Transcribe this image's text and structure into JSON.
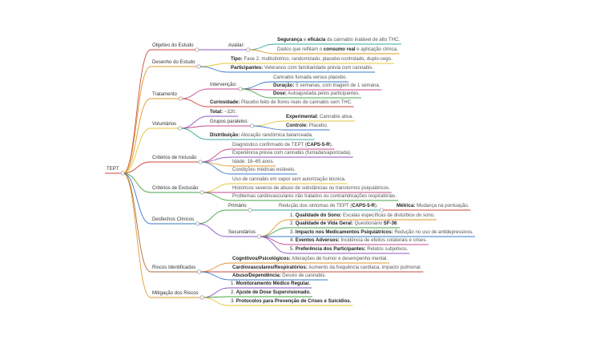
{
  "root": {
    "label": "TEPT"
  },
  "colors": {
    "red": "#c94a3b",
    "orange": "#e0972e",
    "yellow": "#e7c53a",
    "green": "#4aa64a",
    "teal": "#38a89d",
    "blue": "#3a78c8",
    "purple": "#8b56c4",
    "pink": "#c64b8c",
    "brown": "#a76b3e"
  },
  "branches": [
    {
      "label": "Objetivo do Estudo",
      "children": [
        {
          "label": "Avaliar:",
          "children": [
            {
              "parts": [
                [
                  "b",
                  "Segurança"
                ],
                [
                  "t",
                  " e "
                ],
                [
                  "b",
                  "eficácia"
                ],
                [
                  "t",
                  " da cannabis inalável de alto THC."
                ]
              ]
            },
            {
              "parts": [
                [
                  "t",
                  "Dados que reflitam o "
                ],
                [
                  "b",
                  "consumo real"
                ],
                [
                  "t",
                  " e aplicação clínica."
                ]
              ]
            }
          ]
        }
      ]
    },
    {
      "label": "Desenho do Estudo",
      "children": [
        {
          "parts": [
            [
              "b",
              "Tipo:"
            ],
            [
              "t",
              " Fase 2, multicêntrico, randomizado, placebo-controlado, duplo-cego."
            ]
          ]
        },
        {
          "parts": [
            [
              "b",
              "Participantes:"
            ],
            [
              "t",
              " Veteranos com familiaridade prévia com cannabis."
            ]
          ]
        }
      ]
    },
    {
      "label": "Tratamento",
      "children": [
        {
          "label": "Intervenção:",
          "children": [
            {
              "parts": [
                [
                  "t",
                  "Cannabis fumada versus placebo."
                ]
              ]
            },
            {
              "parts": [
                [
                  "b",
                  "Duração:"
                ],
                [
                  "t",
                  " 5 semanas, com triagem de 1 semana."
                ]
              ]
            },
            {
              "parts": [
                [
                  "b",
                  "Dose:"
                ],
                [
                  "t",
                  " Autoajustada pelos participantes."
                ]
              ]
            }
          ]
        },
        {
          "parts": [
            [
              "b",
              "Curiosidade:"
            ],
            [
              "t",
              " Placebo feito de flores reais de cannabis sem THC."
            ]
          ]
        }
      ]
    },
    {
      "label": "Voluntários",
      "children": [
        {
          "parts": [
            [
              "b",
              "Total:"
            ],
            [
              "t",
              " ~320."
            ]
          ]
        },
        {
          "label": "Grupos paralelos:",
          "children": [
            {
              "parts": [
                [
                  "b",
                  "Experimental:"
                ],
                [
                  "t",
                  " Cannabis ativa."
                ]
              ]
            },
            {
              "parts": [
                [
                  "b",
                  "Controle:"
                ],
                [
                  "t",
                  " Placebo."
                ]
              ]
            }
          ]
        },
        {
          "parts": [
            [
              "b",
              "Distribuição:"
            ],
            [
              "t",
              " Alocação randômica balanceada."
            ]
          ]
        }
      ]
    },
    {
      "label": "Critérios de Inclusão",
      "children": [
        {
          "parts": [
            [
              "t",
              "Diagnóstico confirmado de TEPT ("
            ],
            [
              "b",
              "CAPS-5-R"
            ],
            [
              "t",
              ")."
            ]
          ]
        },
        {
          "parts": [
            [
              "t",
              "Experiência prévia com cannabis (fumada/vaporizada)."
            ]
          ]
        },
        {
          "parts": [
            [
              "t",
              "Idade: 18–65 anos."
            ]
          ]
        },
        {
          "parts": [
            [
              "t",
              "Condições médicas estáveis."
            ]
          ]
        }
      ]
    },
    {
      "label": "Critérios de Exclusão",
      "children": [
        {
          "parts": [
            [
              "t",
              "Uso de cannabis em vapor sem autorização técnica."
            ]
          ]
        },
        {
          "parts": [
            [
              "t",
              "Históricos severos de abuso de substâncias ou transtornos psiquiátricos."
            ]
          ]
        },
        {
          "parts": [
            [
              "t",
              "Problemas cardiovasculares não tratados ou contraindicações respiratórias."
            ]
          ]
        }
      ]
    },
    {
      "label": "Desfechos Clínicos",
      "children": [
        {
          "label": "Primário",
          "children": [
            {
              "parts": [
                [
                  "t",
                  "Redução dos sintomas de TEPT ("
                ],
                [
                  "b",
                  "CAPS-5-R"
                ],
                [
                  "t",
                  ")."
                ]
              ],
              "children": [
                {
                  "parts": [
                    [
                      "b",
                      "Métrica:"
                    ],
                    [
                      "t",
                      " Mudança na pontuação."
                    ]
                  ]
                }
              ]
            }
          ]
        },
        {
          "label": "Secundários",
          "children": [
            {
              "parts": [
                [
                  "n",
                  "1."
                ],
                [
                  "b",
                  "Qualidade do Sono:"
                ],
                [
                  "t",
                  " Escalas específicas de distúrbios do sono."
                ]
              ]
            },
            {
              "parts": [
                [
                  "n",
                  "2."
                ],
                [
                  "b",
                  "Qualidade de Vida Geral:"
                ],
                [
                  "t",
                  " Questionário "
                ],
                [
                  "b",
                  "SF-36"
                ],
                [
                  "t",
                  "."
                ]
              ]
            },
            {
              "parts": [
                [
                  "n",
                  "3."
                ],
                [
                  "b",
                  "Impacto nos Medicamentos Psiquiátricos:"
                ],
                [
                  "t",
                  " Redução no uso de antidepressivos."
                ]
              ]
            },
            {
              "parts": [
                [
                  "n",
                  "4."
                ],
                [
                  "b",
                  "Eventos Adversos:"
                ],
                [
                  "t",
                  " Incidência de efeitos colaterais e crises."
                ]
              ]
            },
            {
              "parts": [
                [
                  "n",
                  "5."
                ],
                [
                  "b",
                  "Preferência dos Participantes:"
                ],
                [
                  "t",
                  " Relatos subjetivos."
                ]
              ]
            }
          ]
        }
      ]
    },
    {
      "label": "Riscos Identificados",
      "children": [
        {
          "parts": [
            [
              "b",
              "Cognitivos/Psicológicos:"
            ],
            [
              "t",
              " Alterações de humor e desempenho mental."
            ]
          ]
        },
        {
          "parts": [
            [
              "b",
              "Cardiovasculares/Respiratórios:"
            ],
            [
              "t",
              " Aumento da frequência cardíaca, impacto pulmonar."
            ]
          ]
        },
        {
          "parts": [
            [
              "b",
              "Abuso/Dependência:"
            ],
            [
              "t",
              " Desvio de cannabis."
            ]
          ]
        }
      ]
    },
    {
      "label": "Mitigação dos Riscos",
      "children": [
        {
          "parts": [
            [
              "n",
              "1."
            ],
            [
              "b",
              "Monitoramento Médico Regular."
            ]
          ]
        },
        {
          "parts": [
            [
              "n",
              "2."
            ],
            [
              "b",
              "Ajuste de Dose Supervisionado."
            ]
          ]
        },
        {
          "parts": [
            [
              "n",
              "3."
            ],
            [
              "b",
              "Protocolos para Prevenção de Crises e Suicídios."
            ]
          ]
        }
      ]
    }
  ]
}
